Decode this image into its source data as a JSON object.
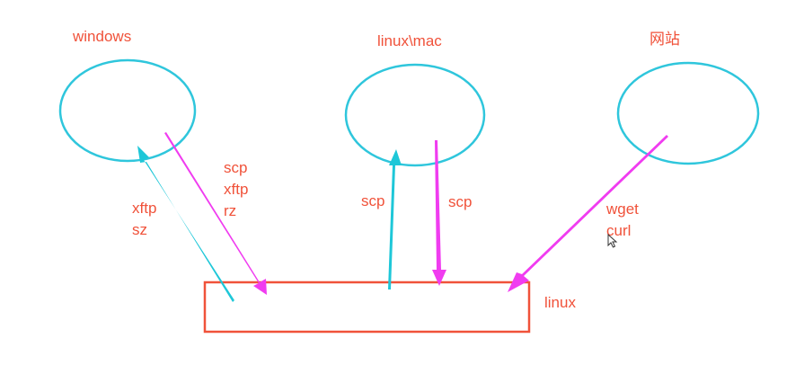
{
  "nodes": {
    "windows": "windows",
    "linux_mac": "linux\\mac",
    "website": "网站",
    "linux": "linux"
  },
  "edges": {
    "linux_to_windows": [
      "xftp",
      "sz"
    ],
    "windows_to_linux": [
      "scp",
      "xftp",
      "rz"
    ],
    "linux_to_mac": "scp",
    "mac_to_linux": "scp",
    "website_to_linux": [
      "wget",
      "curl"
    ]
  },
  "colors": {
    "label": "#f0523a",
    "ellipse": "#2fc6dc",
    "box": "#f0523a",
    "upload_arrow": "#1ec7d8",
    "download_arrow": "#f03cf0"
  }
}
